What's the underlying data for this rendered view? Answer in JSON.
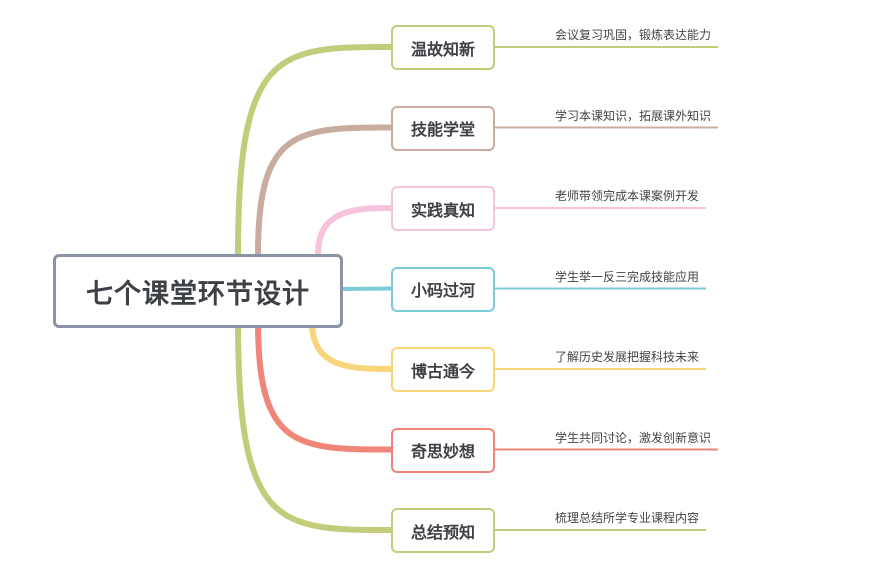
{
  "title": "七个课堂环节设计",
  "branches": [
    {
      "label": "温故知新",
      "desc": "会议复习巩固，锻炼表达能力",
      "color": "#c2cc7a"
    },
    {
      "label": "技能学堂",
      "desc": "学习本课知识，拓展课外知识",
      "color": "#c9aca0"
    },
    {
      "label": "实践真知",
      "desc": "老师带领完成本课案例开发",
      "color": "#f7c3dc"
    },
    {
      "label": "小码过河",
      "desc": "学生举一反三完成技能应用",
      "color": "#7ccbd9"
    },
    {
      "label": "博古通今",
      "desc": "了解历史发展把握科技未来",
      "color": "#f8d57a"
    },
    {
      "label": "奇思妙想",
      "desc": "学生共同讨论，激发创新意识",
      "color": "#ef8679"
    },
    {
      "label": "总结预知",
      "desc": "梳理总结所学专业课程内容",
      "color": "#c2cc7a"
    }
  ]
}
